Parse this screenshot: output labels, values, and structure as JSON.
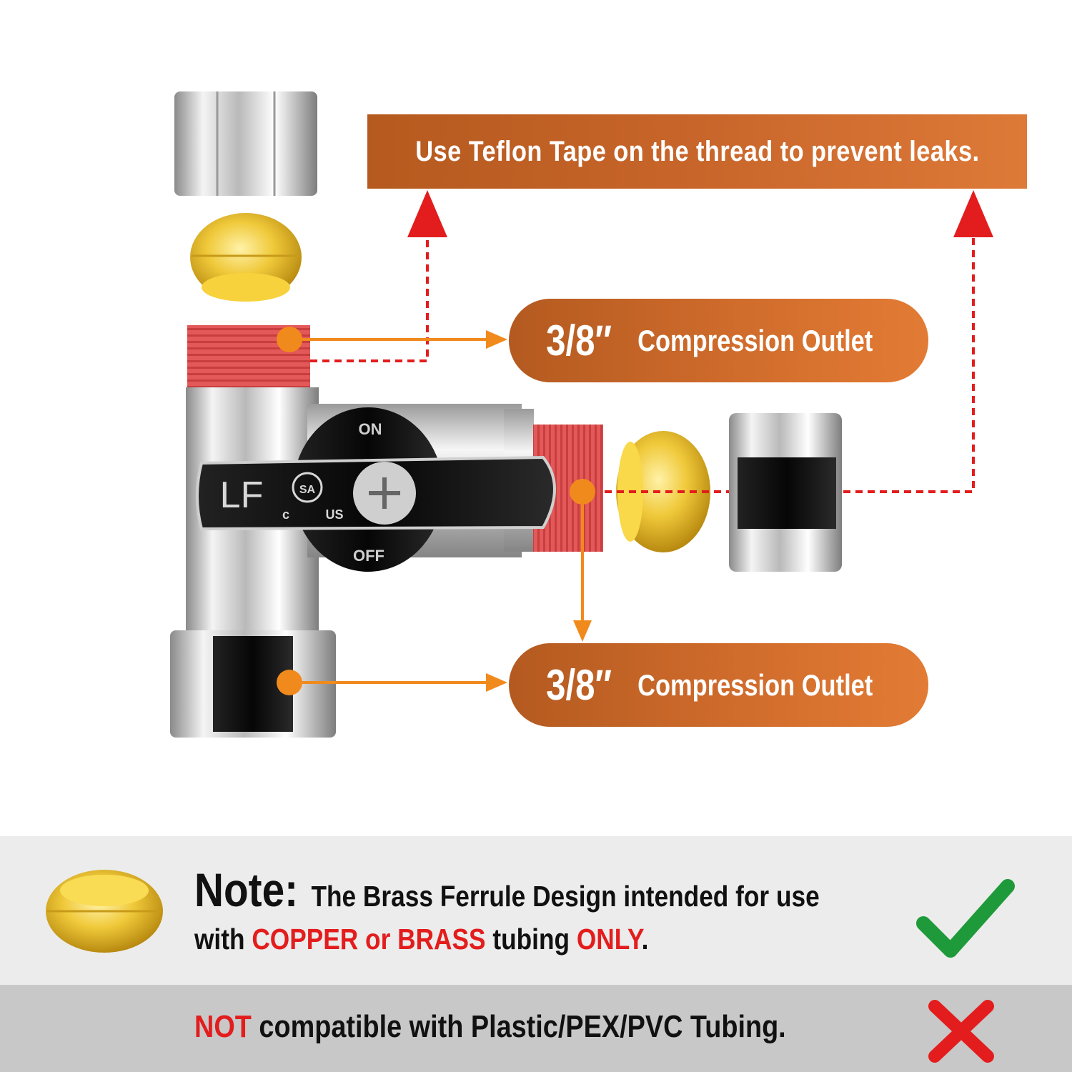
{
  "banner": {
    "text": "Use Teflon Tape on the thread  to prevent leaks."
  },
  "callouts": [
    {
      "size": "3/8″",
      "label": "Compression Outlet"
    },
    {
      "size": "3/8″",
      "label": "Compression Outlet"
    }
  ],
  "valve_markings": {
    "on": "ON",
    "off": "OFF",
    "lf": "LF",
    "csa": "SA",
    "c": "c",
    "us": "US"
  },
  "note": {
    "label": "Note:",
    "line1": "The Brass Ferrule Design intended for use",
    "with": "with",
    "copper": "COPPER",
    "or": "or",
    "brass": "BRASS",
    "tubing": "tubing",
    "only": "ONLY",
    "period": "."
  },
  "warning": {
    "not": "NOT",
    "rest": "compatible with Plastic/PEX/PVC Tubing."
  },
  "icons": {
    "check": "checkmark-icon",
    "cross": "cross-icon",
    "ferrule": "brass-ferrule-icon"
  },
  "colors": {
    "accent_orange": "#d06c2c",
    "red": "#e31d1d",
    "green": "#1f9a3a",
    "brass": "#e8b820"
  }
}
